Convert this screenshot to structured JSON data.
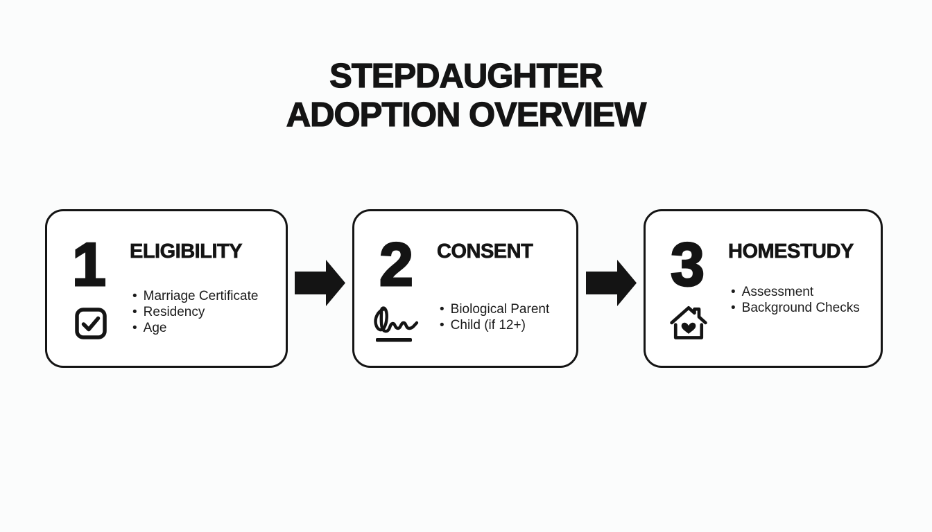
{
  "title": {
    "line1": "STEPDAUGHTER",
    "line2": "ADOPTION OVERVIEW"
  },
  "steps": [
    {
      "number": "1",
      "heading": "ELIGIBILITY",
      "icon": "checkbox-checked-icon",
      "bullets": [
        "Marriage Certificate",
        "Residency",
        "Age"
      ]
    },
    {
      "number": "2",
      "heading": "CONSENT",
      "icon": "signature-icon",
      "bullets": [
        "Biological Parent",
        "Child (if 12+)"
      ]
    },
    {
      "number": "3",
      "heading": "HOMESTUDY",
      "icon": "house-heart-icon",
      "bullets": [
        "Assessment",
        "Background Checks"
      ]
    }
  ],
  "connectors": [
    {
      "icon": "arrow-right-icon"
    },
    {
      "icon": "arrow-right-icon"
    }
  ],
  "colors": {
    "ink": "#141414",
    "background": "#fbfcfc",
    "card_fill": "#ffffff"
  }
}
